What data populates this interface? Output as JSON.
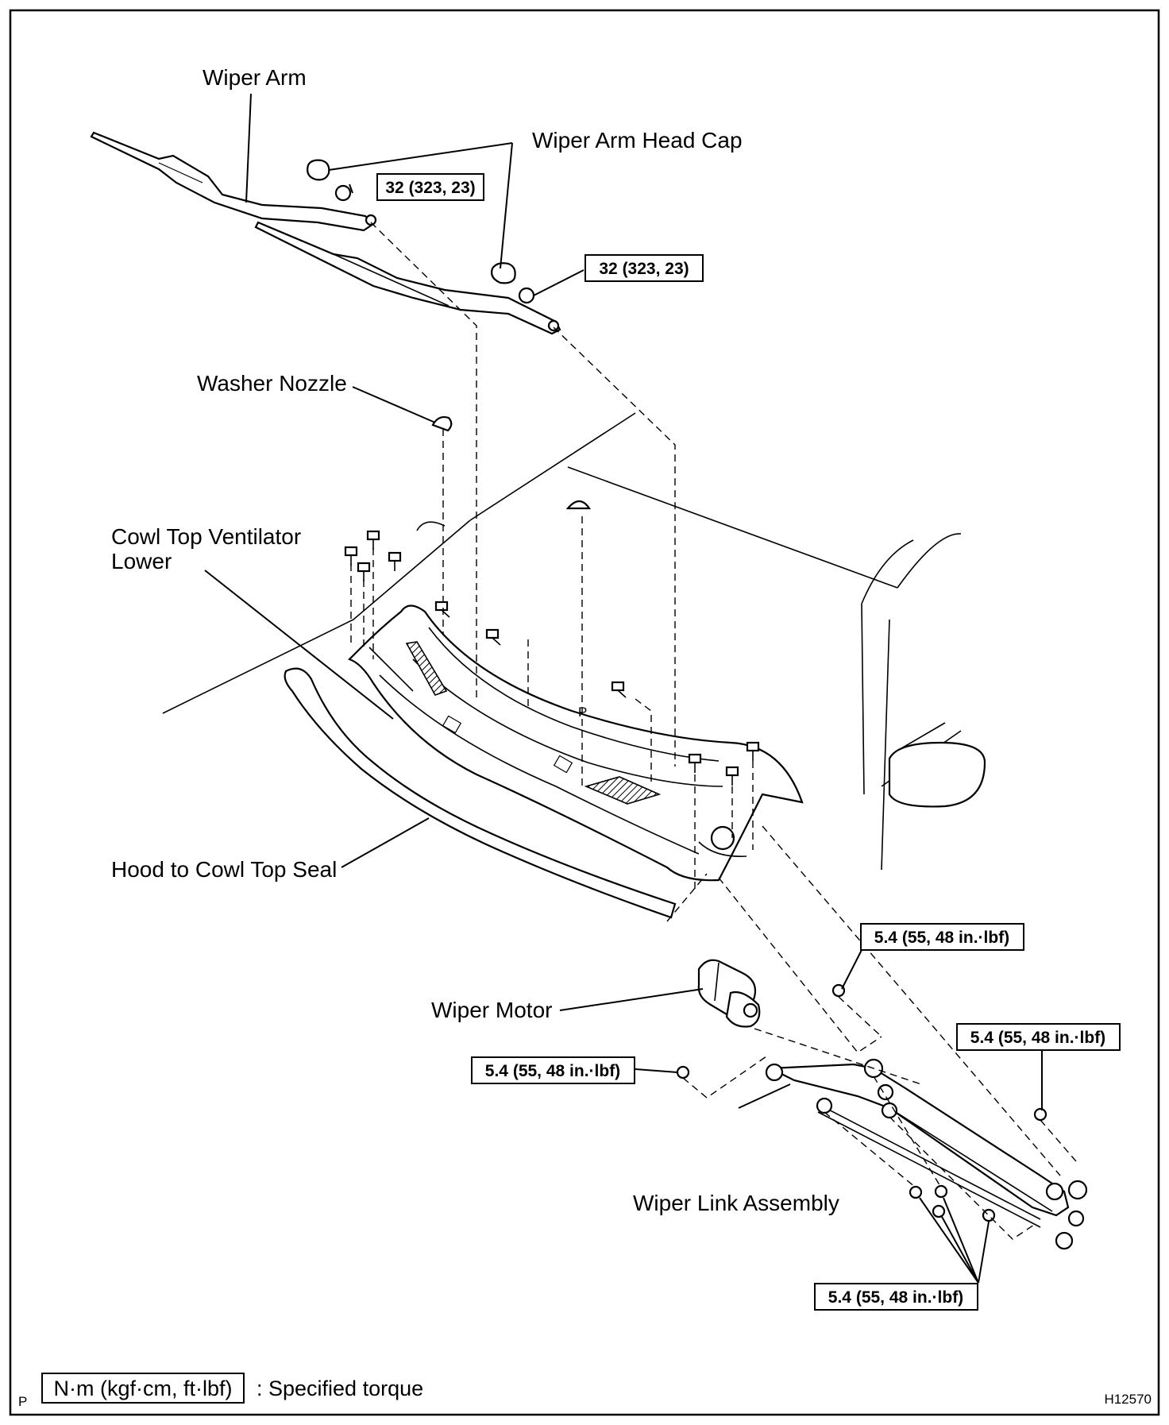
{
  "labels": {
    "wiper_arm": "Wiper Arm",
    "wiper_arm_head_cap": "Wiper Arm Head Cap",
    "washer_nozzle": "Washer Nozzle",
    "cowl_top_ventilator_lower_line1": "Cowl Top Ventilator",
    "cowl_top_ventilator_lower_line2": "Lower",
    "hood_to_cowl_top_seal": "Hood to Cowl Top Seal",
    "wiper_motor": "Wiper Motor",
    "wiper_link_assembly": "Wiper Link Assembly",
    "p_marker": "P"
  },
  "torques": {
    "arm_nut_left": "32 (323, 23)",
    "arm_nut_right": "32 (323, 23)",
    "link_bolt_upper": "5.4 (55, 48 in.·lbf)",
    "link_bolt_right": "5.4 (55, 48 in.·lbf)",
    "motor_bolt": "5.4 (55, 48 in.·lbf)",
    "motor_bolts_lower": "5.4 (55, 48 in.·lbf)"
  },
  "legend": {
    "unit_box": "N·m (kgf·cm, ft·lbf)",
    "description": ": Specified torque"
  },
  "footer": {
    "corner_mark": "P",
    "figure_id": "H12570"
  }
}
